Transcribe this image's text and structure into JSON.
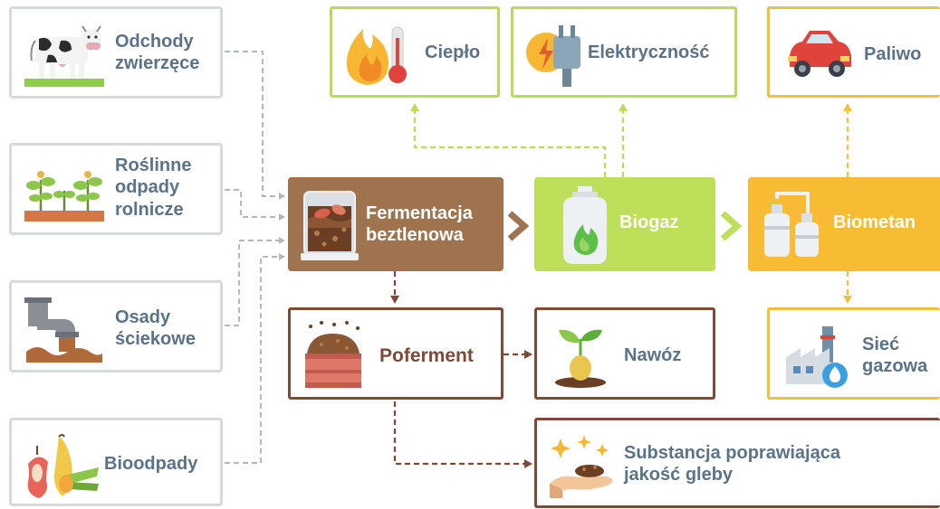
{
  "sources": {
    "animal_waste": "Odchody zwierzęce",
    "crop_residues": "Roślinne odpady rolnicze",
    "sewage_sludge": "Osady ściekowe",
    "biowaste": "Bioodpady"
  },
  "process": {
    "fermentation": "Fermentacja beztlenowa",
    "biogas": "Biogaz",
    "biomethane": "Biometan",
    "digestate": "Poferment"
  },
  "outputs": {
    "heat": "Ciepło",
    "electricity": "Elektryczność",
    "fuel": "Paliwo",
    "gas_grid": "Sieć gazowa",
    "fertilizer": "Nawóz",
    "soil_improver": "Substancja poprawiająca jakość gleby"
  },
  "colors": {
    "source_border": "#d7dadd",
    "text_slate": "#5a7388",
    "fermentation_fill": "#a0734f",
    "biogas_fill": "#bedf5a",
    "biomethane_fill": "#f7bc34",
    "digestate_border": "#7e4a36",
    "connector_gray": "#b5b9bd"
  }
}
